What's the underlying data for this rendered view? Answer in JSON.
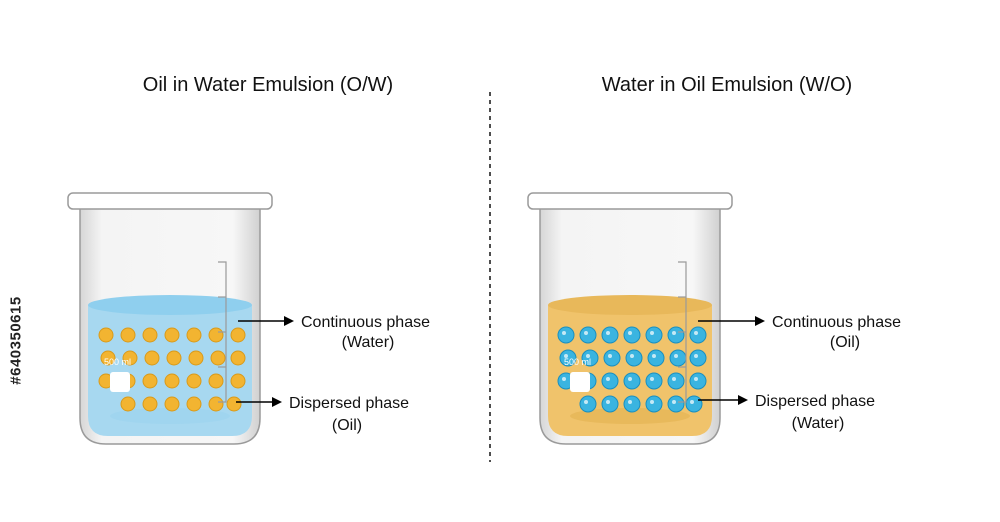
{
  "watermark_id": "#640350615",
  "panels": [
    {
      "title": "Oil in Water Emulsion (O/W)",
      "volume_label": "500 ml",
      "continuous_label": "Continuous phase",
      "continuous_sub": "(Water)",
      "dispersed_label": "Dispersed phase",
      "dispersed_sub": "(Oil)",
      "liquid_color": "#a7d8f0",
      "liquid_top_color": "#8fcfee",
      "droplet_color": "#f2b431",
      "droplet_stroke": "#d99a1a"
    },
    {
      "title": "Water in Oil Emulsion (W/O)",
      "volume_label": "500 ml",
      "continuous_label": "Continuous phase",
      "continuous_sub": "(Oil)",
      "dispersed_label": "Dispersed phase",
      "dispersed_sub": "(Water)",
      "liquid_color": "#f0c36b",
      "liquid_top_color": "#e8b85a",
      "droplet_color": "#3ab4e0",
      "droplet_stroke": "#1a8fbf"
    }
  ]
}
